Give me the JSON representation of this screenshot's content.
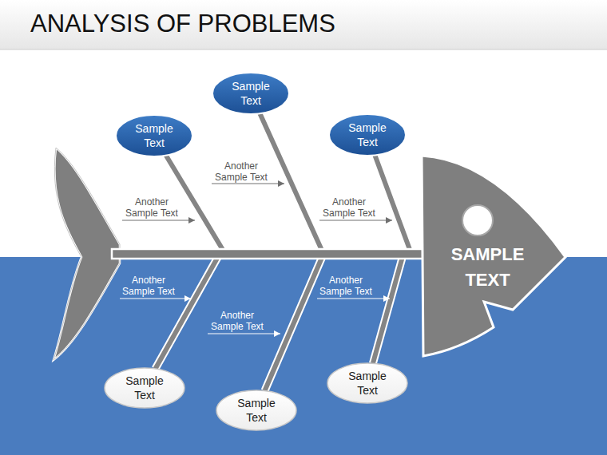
{
  "diagram": {
    "title": "ANALYSIS OF PROBLEMS",
    "nodes": [
      {
        "text": [
          "Sample Text"
        ]
      },
      {
        "text": [
          "Sample Text"
        ]
      },
      {
        "text": [
          "Sample Text"
        ]
      },
      {
        "text": [
          "SAMPLE TEXT"
        ]
      },
      {
        "text": [
          "Sample Text"
        ]
      },
      {
        "text": [
          "Sample Text"
        ]
      },
      {
        "text": [
          "Sample Text"
        ]
      }
    ],
    "edges": [
      {
        "from": 0,
        "to": 3,
        "arrow": "none"
      },
      {
        "from": 1,
        "to": 3,
        "arrow": "none"
      },
      {
        "from": 2,
        "to": 3,
        "arrow": "none"
      },
      {
        "from": 4,
        "to": 3,
        "arrow": "none"
      },
      {
        "from": 5,
        "to": 3,
        "arrow": "none"
      },
      {
        "from": 6,
        "to": 3,
        "arrow": "none"
      }
    ],
    "labels": [
      "Another Sample Text",
      "Another Sample Text",
      "Another Sample Text",
      "Another Sample Text",
      "Another Sample Text",
      "Another Sample Text"
    ]
  }
}
